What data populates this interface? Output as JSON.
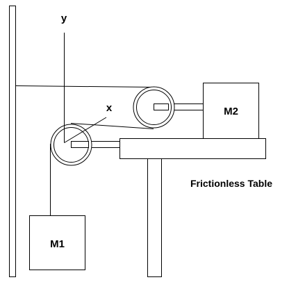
{
  "labels": {
    "y_axis": "y",
    "x_axis": "x",
    "mass_1": "M1",
    "mass_2": "M2",
    "table": "Frictionless Table"
  },
  "colors": {
    "line": "#000000",
    "background": "#ffffff"
  }
}
